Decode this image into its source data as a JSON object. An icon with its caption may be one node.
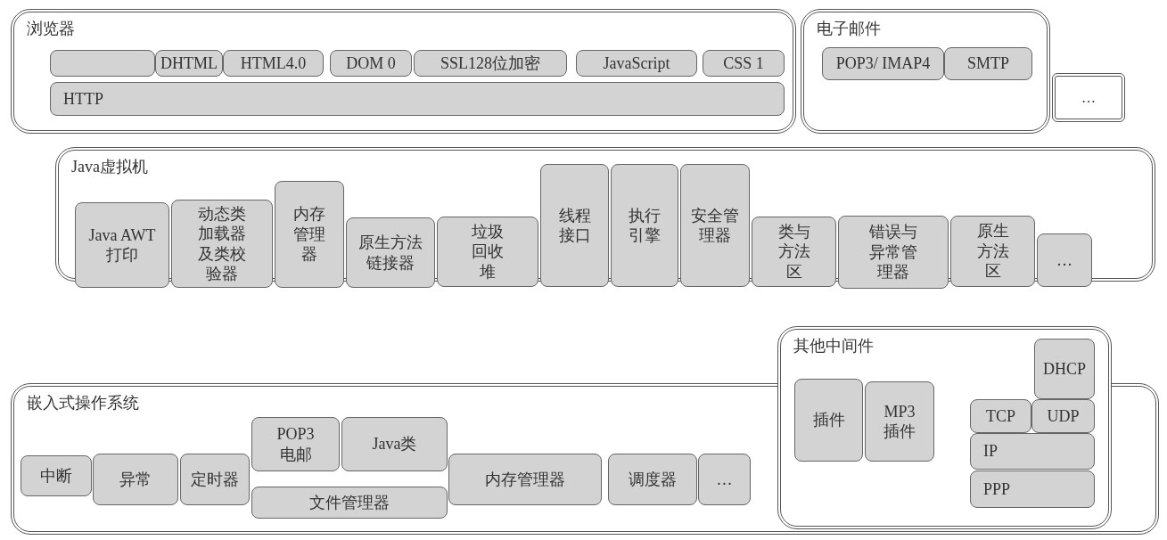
{
  "diagram": {
    "nodes": [
      {
        "text": [
          "浏览器"
        ]
      },
      {
        "text": [],
        "shape": "box",
        "in": 0
      },
      {
        "text": [
          "DHTML"
        ],
        "in": 0
      },
      {
        "text": [
          "HTML4.0"
        ],
        "in": 0
      },
      {
        "text": [
          "DOM 0"
        ],
        "in": 0
      },
      {
        "text": [
          "SSL128位加密"
        ],
        "in": 0
      },
      {
        "text": [
          "JavaScript"
        ],
        "in": 0
      },
      {
        "text": [
          "CSS 1"
        ],
        "in": 0
      },
      {
        "text": [
          "HTTP"
        ],
        "in": 0
      },
      {
        "text": [
          "电子邮件"
        ]
      },
      {
        "text": [
          "POP3/ IMAP4"
        ],
        "in": 9
      },
      {
        "text": [
          "SMTP"
        ],
        "in": 9
      },
      {
        "text": [
          "…"
        ]
      },
      {
        "text": [
          "Java虚拟机"
        ]
      },
      {
        "text": [
          "Java AWT打印"
        ],
        "in": 13
      },
      {
        "text": [
          "动态类加载器及类校验器"
        ],
        "in": 13
      },
      {
        "text": [
          "内存管理器"
        ],
        "in": 13
      },
      {
        "text": [
          "原生方法链接器"
        ],
        "in": 13
      },
      {
        "text": [
          "垃圾回收堆"
        ],
        "in": 13
      },
      {
        "text": [
          "线程接口"
        ],
        "in": 13
      },
      {
        "text": [
          "执行引擎"
        ],
        "in": 13
      },
      {
        "text": [
          "安全管理器"
        ],
        "in": 13
      },
      {
        "text": [
          "类与方法区"
        ],
        "in": 13
      },
      {
        "text": [
          "错误与异常管理器"
        ],
        "in": 13
      },
      {
        "text": [
          "原生方法区"
        ],
        "in": 13
      },
      {
        "text": [
          "…"
        ],
        "in": 13
      },
      {
        "text": [
          "嵌入式操作系统"
        ]
      },
      {
        "text": [
          "中断"
        ],
        "in": 26
      },
      {
        "text": [
          "异常"
        ],
        "in": 26
      },
      {
        "text": [
          "定时器"
        ],
        "in": 26
      },
      {
        "text": [
          "POP3电邮"
        ],
        "in": 26
      },
      {
        "text": [
          "Java类"
        ],
        "in": 26
      },
      {
        "text": [
          "文件管理器"
        ],
        "in": 26
      },
      {
        "text": [
          "内存管理器"
        ],
        "in": 26
      },
      {
        "text": [
          "调度器"
        ],
        "in": 26
      },
      {
        "text": [
          "…"
        ],
        "in": 26
      },
      {
        "text": [
          "其他中间件"
        ]
      },
      {
        "text": [
          "插件"
        ]
      },
      {
        "text": [
          "MP3插件"
        ]
      },
      {
        "text": [
          "DHCP"
        ],
        "in": 36
      },
      {
        "text": [
          "TCP"
        ]
      },
      {
        "text": [
          "UDP"
        ]
      },
      {
        "text": [
          "IP"
        ]
      },
      {
        "text": [
          "PPP"
        ]
      }
    ]
  }
}
